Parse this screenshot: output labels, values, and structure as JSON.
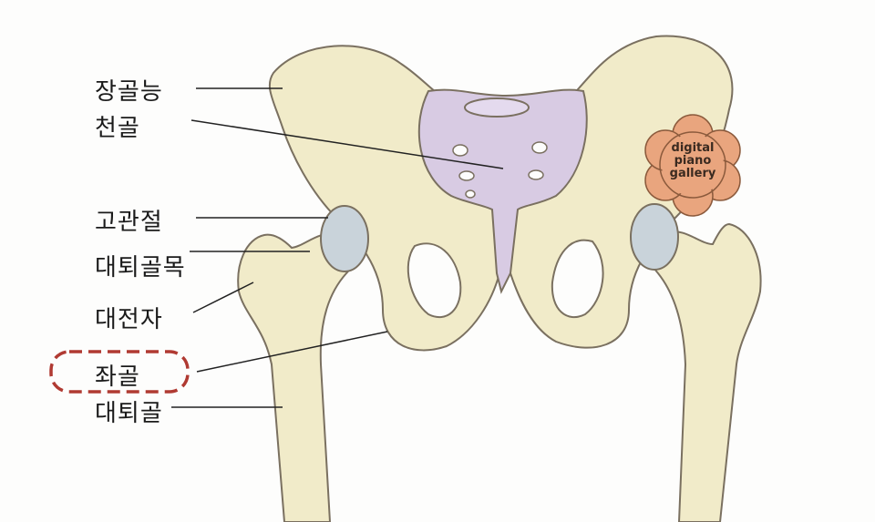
{
  "labels": {
    "iliac_crest": "장골능",
    "sacrum": "천골",
    "hip_joint": "고관절",
    "femoral_neck": "대퇴골목",
    "greater_trochanter": "대전자",
    "ischium": "좌골",
    "femur": "대퇴골"
  },
  "logo": {
    "line1": "digital",
    "line2": "piano",
    "line3": "gallery"
  },
  "colors": {
    "bone": "#f1ebc9",
    "sacrum": "#d8cbe3",
    "cartilage": "#c9d3da",
    "highlight": "#b03a32",
    "logo": "#e9a57e"
  }
}
